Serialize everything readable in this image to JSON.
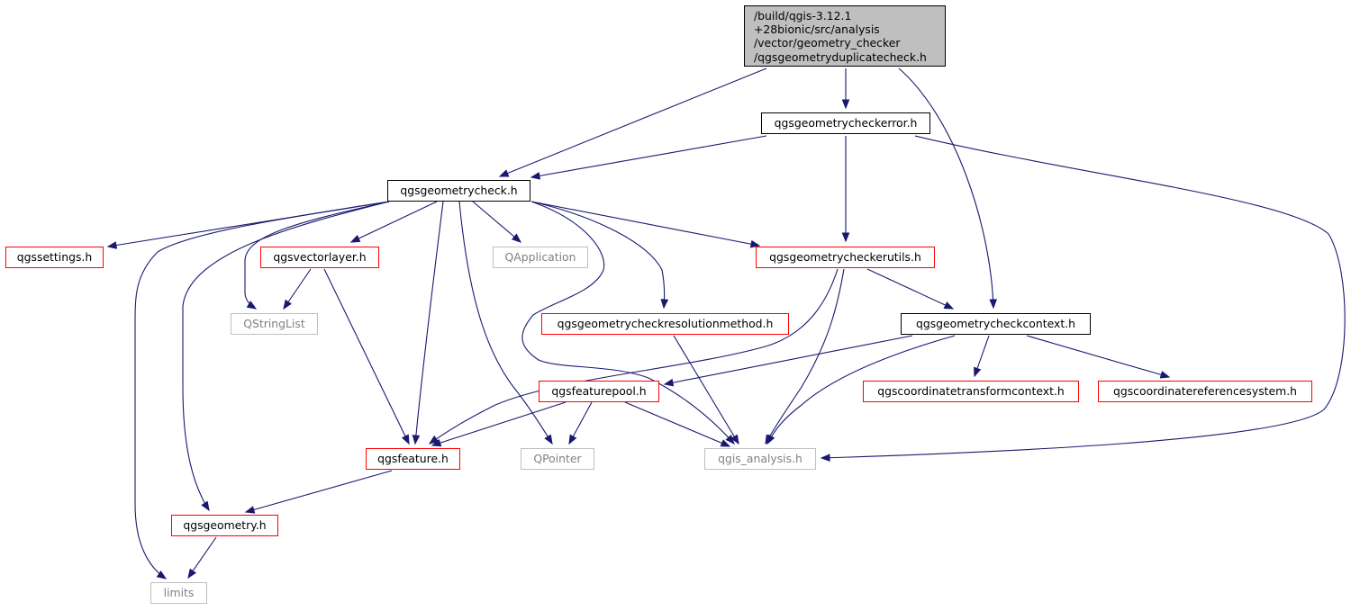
{
  "root": {
    "lines": [
      "/build/qgis-3.12.1",
      "+28bionic/src/analysis",
      "/vector/geometry_checker",
      "/qgsgeometryduplicatecheck.h"
    ]
  },
  "nodes": [
    {
      "id": "checkerror",
      "label": "qgsgeometrycheckerror.h",
      "kind": "black"
    },
    {
      "id": "check",
      "label": "qgsgeometrycheck.h",
      "kind": "black"
    },
    {
      "id": "settings",
      "label": "qgssettings.h",
      "kind": "red"
    },
    {
      "id": "vectorlayer",
      "label": "qgsvectorlayer.h",
      "kind": "red"
    },
    {
      "id": "qapplication",
      "label": "QApplication",
      "kind": "gray"
    },
    {
      "id": "checkerutils",
      "label": "qgsgeometrycheckerutils.h",
      "kind": "red"
    },
    {
      "id": "qstringlist",
      "label": "QStringList",
      "kind": "gray"
    },
    {
      "id": "resolution",
      "label": "qgsgeometrycheckresolutionmethod.h",
      "kind": "red"
    },
    {
      "id": "context",
      "label": "qgsgeometrycheckcontext.h",
      "kind": "black"
    },
    {
      "id": "featurepool",
      "label": "qgsfeaturepool.h",
      "kind": "red"
    },
    {
      "id": "ctcontext",
      "label": "qgscoordinatetransformcontext.h",
      "kind": "red"
    },
    {
      "id": "crs",
      "label": "qgscoordinatereferencesystem.h",
      "kind": "red"
    },
    {
      "id": "feature",
      "label": "qgsfeature.h",
      "kind": "red"
    },
    {
      "id": "qpointer",
      "label": "QPointer",
      "kind": "gray"
    },
    {
      "id": "analysis",
      "label": "qgis_analysis.h",
      "kind": "gray"
    },
    {
      "id": "geometry",
      "label": "qgsgeometry.h",
      "kind": "red"
    },
    {
      "id": "limits",
      "label": "limits",
      "kind": "gray"
    }
  ],
  "edges": [
    {
      "from": "root",
      "to": "check"
    },
    {
      "from": "root",
      "to": "checkerror"
    },
    {
      "from": "root",
      "to": "context"
    },
    {
      "from": "checkerror",
      "to": "check"
    },
    {
      "from": "checkerror",
      "to": "checkerutils"
    },
    {
      "from": "checkerror",
      "to": "analysis"
    },
    {
      "from": "check",
      "to": "settings"
    },
    {
      "from": "check",
      "to": "limits"
    },
    {
      "from": "check",
      "to": "geometry"
    },
    {
      "from": "check",
      "to": "qstringlist"
    },
    {
      "from": "check",
      "to": "vectorlayer"
    },
    {
      "from": "check",
      "to": "feature"
    },
    {
      "from": "check",
      "to": "qpointer"
    },
    {
      "from": "check",
      "to": "qapplication"
    },
    {
      "from": "check",
      "to": "analysis"
    },
    {
      "from": "check",
      "to": "resolution"
    },
    {
      "from": "check",
      "to": "checkerutils"
    },
    {
      "from": "vectorlayer",
      "to": "qstringlist"
    },
    {
      "from": "vectorlayer",
      "to": "feature"
    },
    {
      "from": "checkerutils",
      "to": "feature"
    },
    {
      "from": "checkerutils",
      "to": "analysis"
    },
    {
      "from": "checkerutils",
      "to": "context"
    },
    {
      "from": "resolution",
      "to": "analysis"
    },
    {
      "from": "context",
      "to": "featurepool"
    },
    {
      "from": "context",
      "to": "analysis"
    },
    {
      "from": "context",
      "to": "ctcontext"
    },
    {
      "from": "context",
      "to": "crs"
    },
    {
      "from": "featurepool",
      "to": "feature"
    },
    {
      "from": "featurepool",
      "to": "qpointer"
    },
    {
      "from": "featurepool",
      "to": "analysis"
    },
    {
      "from": "feature",
      "to": "geometry"
    },
    {
      "from": "geometry",
      "to": "limits"
    }
  ]
}
